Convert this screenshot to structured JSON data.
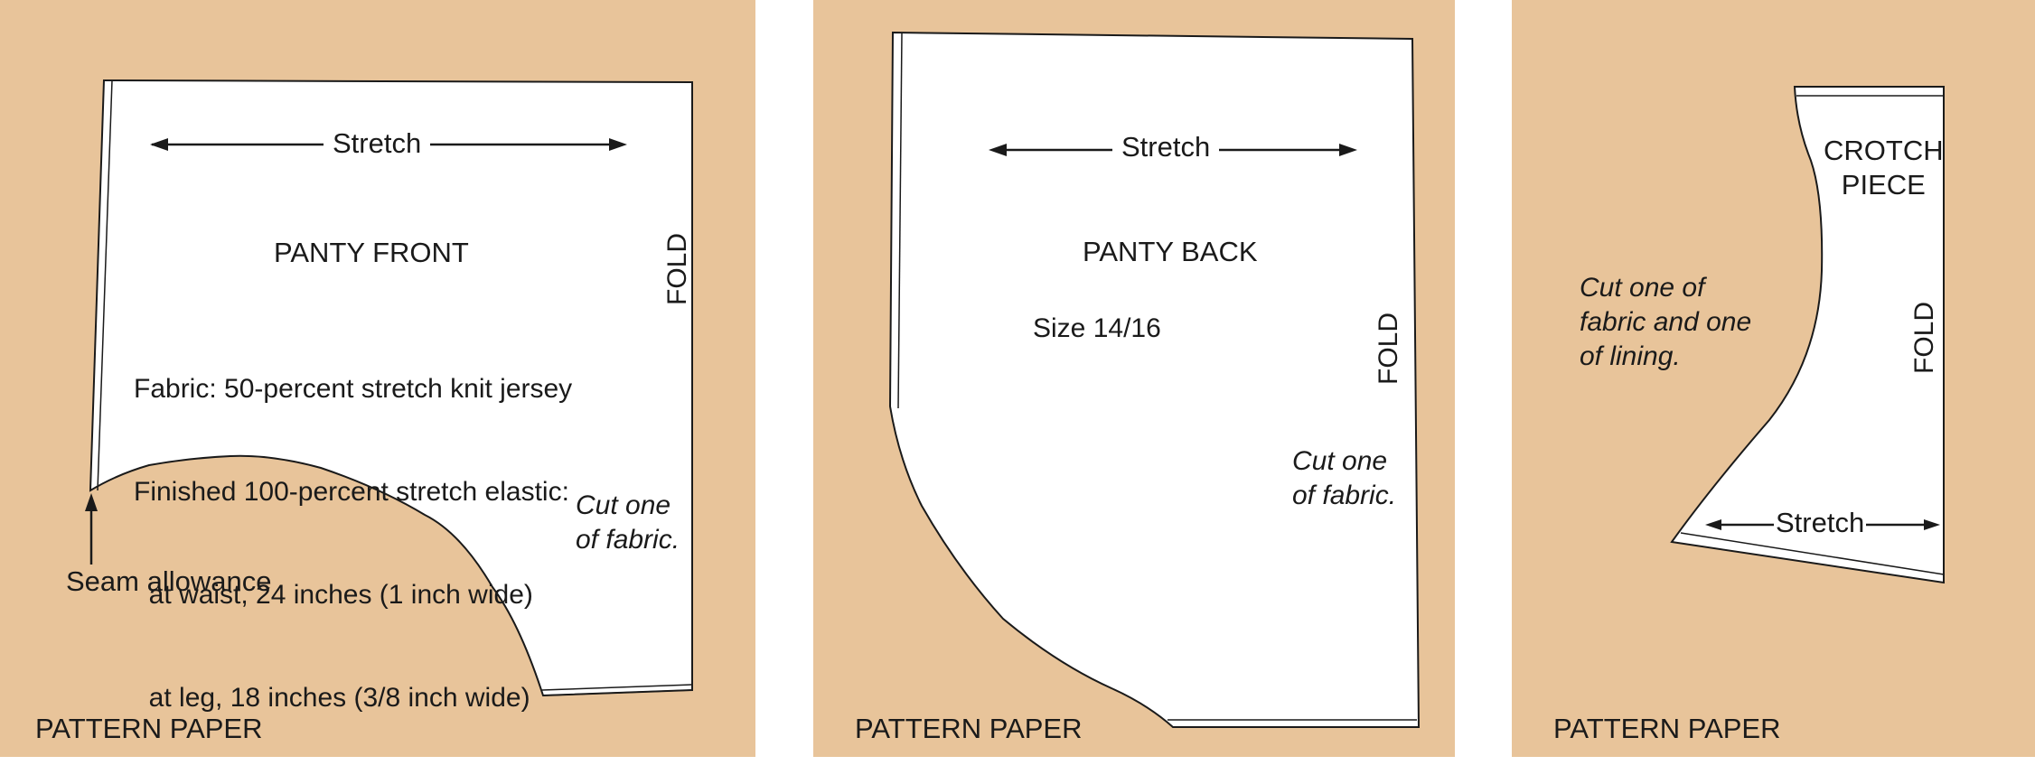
{
  "panels": [
    {
      "pattern_paper": "PATTERN PAPER",
      "stretch": "Stretch",
      "title": "PANTY FRONT",
      "fabric_lines": [
        "Fabric: 50-percent stretch knit jersey",
        "Finished 100-percent stretch elastic:",
        "  at waist, 24 inches (1 inch wide)",
        "  at leg, 18 inches (3/8 inch wide)"
      ],
      "cut_note": "Cut one\nof fabric.",
      "fold": "FOLD",
      "seam_allowance": "Seam allowance"
    },
    {
      "pattern_paper": "PATTERN PAPER",
      "stretch": "Stretch",
      "title": "PANTY BACK",
      "size": "Size 14/16",
      "cut_note": "Cut one\nof fabric.",
      "fold": "FOLD"
    },
    {
      "pattern_paper": "PATTERN PAPER",
      "title_line1": "CROTCH",
      "title_line2": "PIECE",
      "cut_note": "Cut one of\nfabric and one\nof lining.",
      "fold": "FOLD",
      "stretch": "Stretch"
    }
  ],
  "colors": {
    "pattern_paper": "#e8c49a",
    "piece_fill": "#ffffff",
    "outline": "#1a1a1a"
  }
}
